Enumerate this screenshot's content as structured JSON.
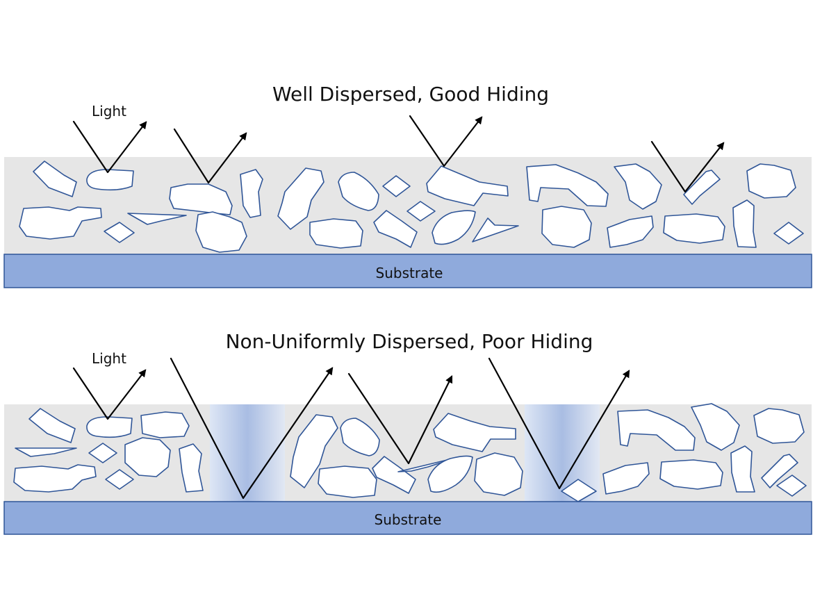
{
  "panels": [
    {
      "title": "Well Dispersed, Good Hiding",
      "light_label": "Light",
      "substrate_label": "Substrate"
    },
    {
      "title": "Non-Uniformly Dispersed, Poor Hiding",
      "light_label": "Light",
      "substrate_label": "Substrate"
    }
  ],
  "colors": {
    "coating": "#e6e6e6",
    "substrate": "#8faadc",
    "particle_outline": "#2f5597",
    "gap_highlight": "#a9bde3"
  }
}
